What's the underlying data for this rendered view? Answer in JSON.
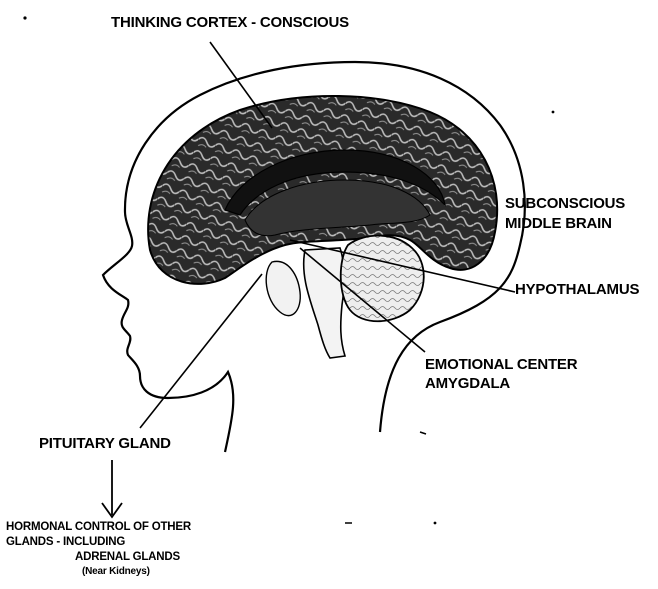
{
  "labels": {
    "thinking_cortex": "THINKING CORTEX - CONSCIOUS",
    "subconscious_line1": "SUBCONSCIOUS",
    "subconscious_line2": "MIDDLE BRAIN",
    "hypothalamus": "HYPOTHALAMUS",
    "emotional_line1": "EMOTIONAL CENTER",
    "emotional_line2": "AMYGDALA",
    "pituitary": "PITUITARY GLAND",
    "hormonal_line1": "HORMONAL CONTROL OF OTHER",
    "hormonal_line2": "GLANDS - INCLUDING",
    "hormonal_line3": "ADRENAL GLANDS",
    "hormonal_line4": "(Near Kidneys)"
  },
  "colors": {
    "ink": "#000000",
    "brain_dark": "#1a1a1a",
    "brain_mid": "#4a4a4a",
    "cerebellum": "#e8e8e8",
    "background": "#ffffff"
  }
}
